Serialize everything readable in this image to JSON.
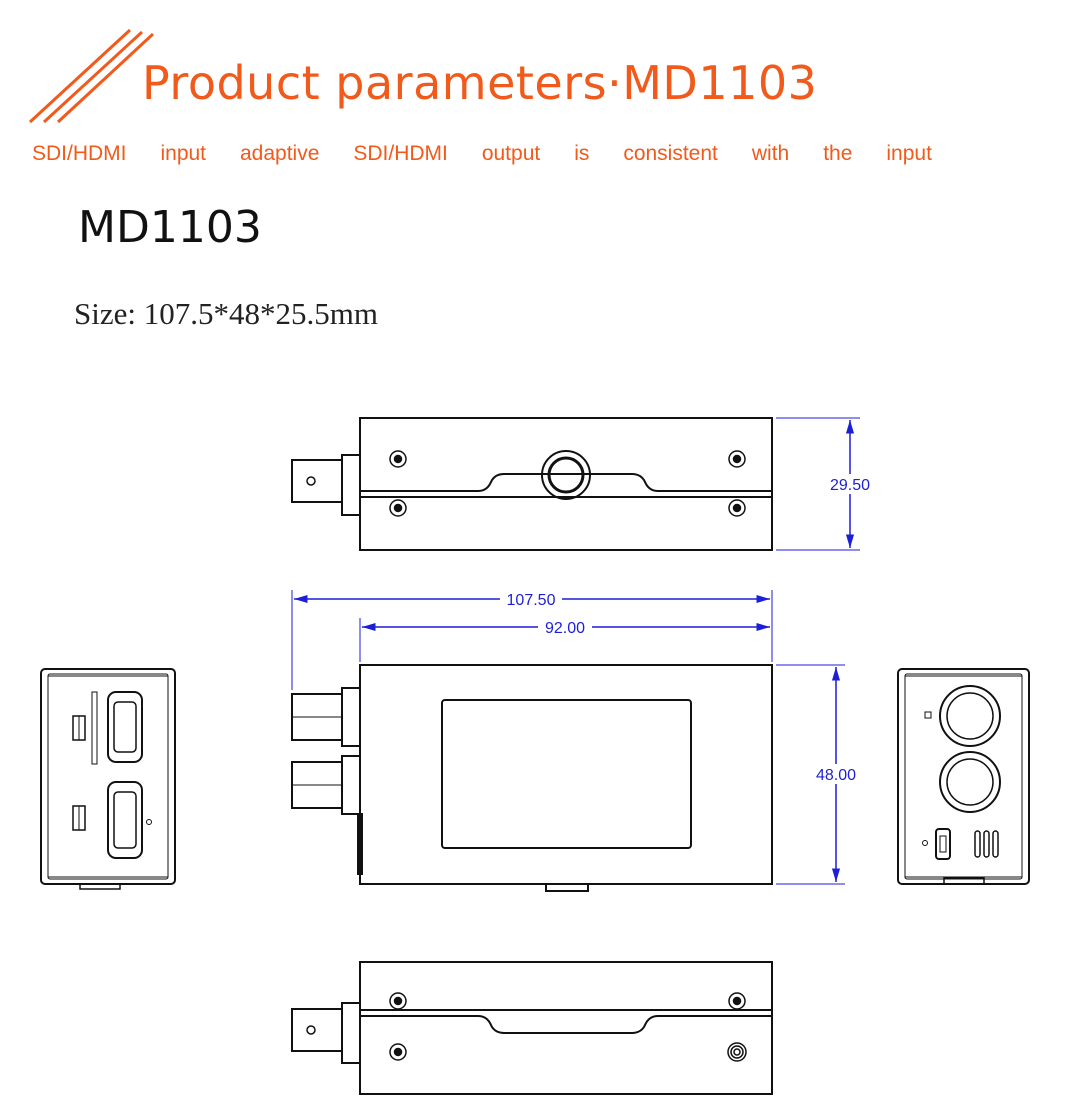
{
  "header": {
    "title": "Product parameters·MD1103",
    "subtitle_words": [
      "SDI/HDMI",
      "input",
      "adaptive",
      "SDI/HDMI",
      "output",
      "is",
      "consistent",
      "with",
      "the",
      "input"
    ]
  },
  "product": {
    "model": "MD1103",
    "size": "Size: 107.5*48*25.5mm"
  },
  "dimensions": {
    "height": "29.50",
    "total_length": "107.50",
    "body_length": "92.00",
    "width": "48.00"
  },
  "colors": {
    "accent": "#f15a1b",
    "dimension": "#1d1fd6",
    "line": "#111111"
  }
}
